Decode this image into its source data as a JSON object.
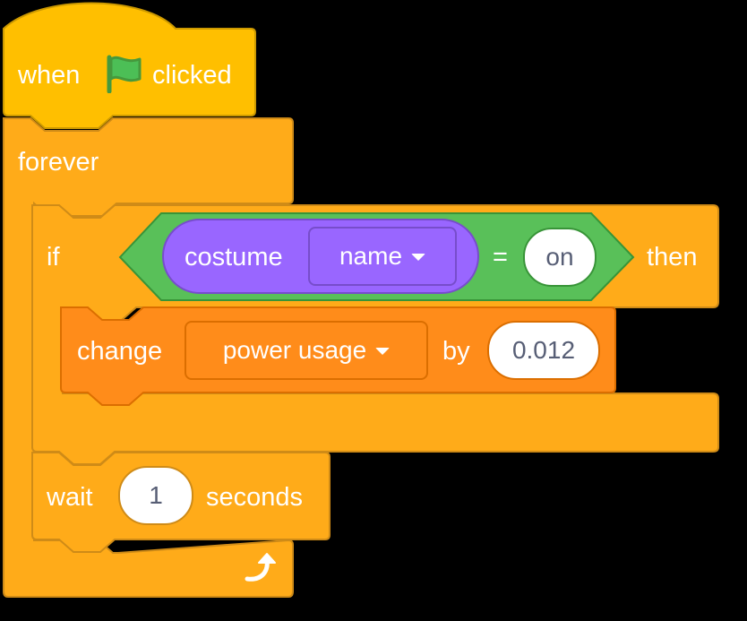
{
  "hat_block": {
    "when_label": "when",
    "clicked_label": "clicked",
    "flag_icon": "green-flag-icon",
    "color": "#ffbf00"
  },
  "forever_block": {
    "label": "forever",
    "loop_icon": "loop-arrow-icon",
    "color": "#ffab19"
  },
  "if_block": {
    "if_label": "if",
    "then_label": "then",
    "color": "#ffab19"
  },
  "condition": {
    "operator": "=",
    "value": "on",
    "color": "#59c059"
  },
  "costume_reporter": {
    "label": "costume",
    "dropdown_value": "name",
    "color": "#9966ff"
  },
  "change_block": {
    "label": "change",
    "variable": "power usage",
    "by_label": "by",
    "amount": "0.012",
    "color": "#ff8c1a"
  },
  "wait_block": {
    "label": "wait",
    "value": "1",
    "unit_label": "seconds",
    "color": "#ffab19"
  }
}
